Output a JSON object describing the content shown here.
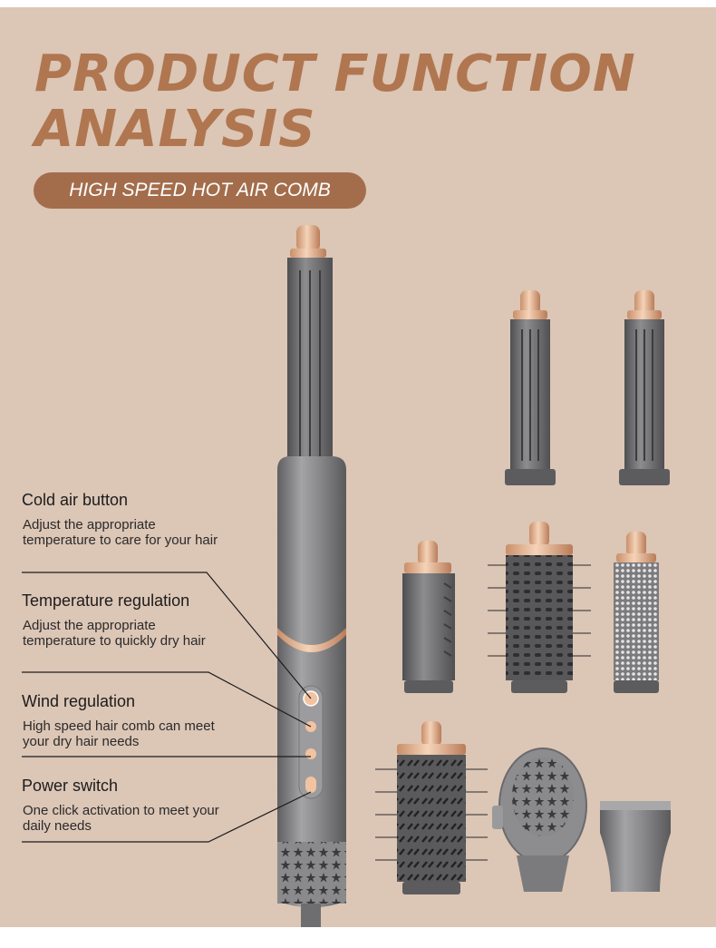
{
  "headline": {
    "line1": "PRODUCT FUNCTION",
    "line2": "ANALYSIS"
  },
  "badge": "HIGH SPEED HOT AIR COMB",
  "features": [
    {
      "title": "Cold air button",
      "description": "Adjust the appropriate temperature to care for your hair"
    },
    {
      "title": "Temperature regulation",
      "description": "Adjust the appropriate temperature to quickly dry hair"
    },
    {
      "title": "Wind regulation",
      "description": "High speed hair comb can meet your dry hair needs"
    },
    {
      "title": "Power switch",
      "description": "One click activation to meet your daily needs"
    }
  ],
  "colors": {
    "background": "#dcc6b6",
    "accent": "#a36d4c",
    "headline": "#b07650",
    "device_grey": "#7b7b7d",
    "rose_gold": "#e7b892"
  }
}
